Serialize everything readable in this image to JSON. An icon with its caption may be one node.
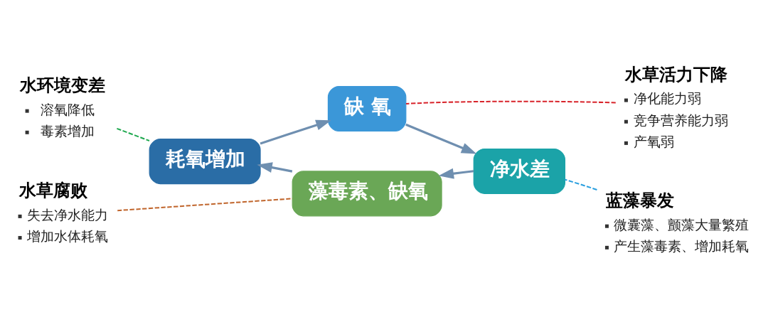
{
  "diagram": {
    "nodes": [
      {
        "text": [
          "水环境变差",
          "溶氧降低",
          "毒素增加"
        ]
      },
      {
        "text": [
          "缺 氧"
        ]
      },
      {
        "text": [
          "水草活力下降",
          "净化能力弱",
          "竞争营养能力弱",
          "产氧弱"
        ]
      },
      {
        "text": [
          "耗氧增加"
        ]
      },
      {
        "text": [
          "净水差"
        ]
      },
      {
        "text": [
          "水草腐败",
          "失去净水能力",
          "增加水体耗氧"
        ]
      },
      {
        "text": [
          "藻毒素、缺氧"
        ]
      },
      {
        "text": [
          "蓝藻暴发",
          "微囊藻、颤藻大量繁殖",
          "产生藻毒素、增加耗氧"
        ]
      }
    ],
    "edges": [
      {
        "from": 1,
        "to": 4,
        "arrow": "to"
      },
      {
        "from": 4,
        "to": 6,
        "arrow": "to"
      },
      {
        "from": 6,
        "to": 3,
        "arrow": "to"
      },
      {
        "from": 3,
        "to": 1,
        "arrow": "to"
      },
      {
        "from": 0,
        "to": 3,
        "arrow": "none",
        "style": "dashed",
        "color": "#1ea84e"
      },
      {
        "from": 2,
        "to": 1,
        "arrow": "none",
        "style": "dashed",
        "color": "#d8232a"
      },
      {
        "from": 5,
        "to": 6,
        "arrow": "none",
        "style": "dashed",
        "color": "#c0652c"
      },
      {
        "from": 7,
        "to": 4,
        "arrow": "none",
        "style": "dashed",
        "color": "#2a9fdf"
      }
    ]
  }
}
